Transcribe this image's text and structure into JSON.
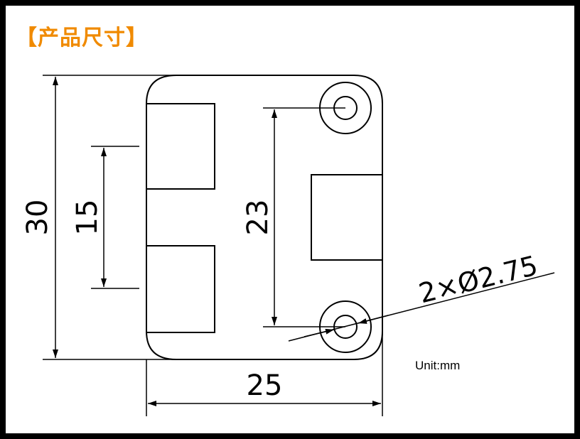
{
  "title": "【产品尺寸】",
  "dimensions": {
    "height_total": "30",
    "spacing_left": "15",
    "hole_spacing": "23",
    "width_total": "25",
    "hole_callout": "2×Ø2.75"
  },
  "unit_label": "Unit:mm",
  "colors": {
    "title": "#f08a00",
    "line": "#000000",
    "background": "#ffffff",
    "border": "#000000"
  }
}
